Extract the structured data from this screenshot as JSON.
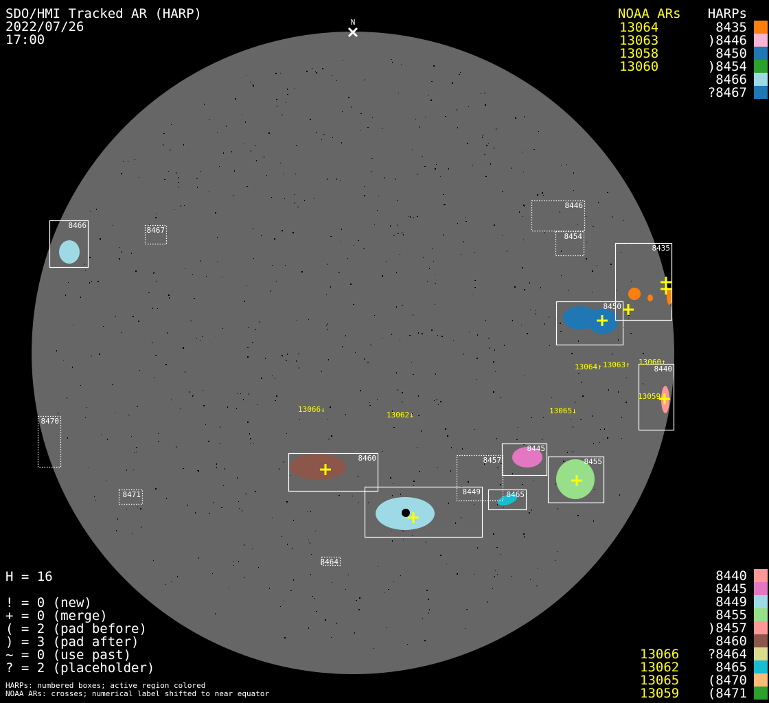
{
  "header": {
    "title": "SDO/HMI Tracked AR (HARP)",
    "date": "2022/07/26",
    "time": "17:00",
    "north_label": "N"
  },
  "legend_top": {
    "noaa_heading": "NOAA ARs",
    "harp_heading": "HARPs",
    "noaa": [
      "13064",
      "13063",
      "13058",
      "13060"
    ],
    "harps": [
      {
        "label": "8435",
        "color": "#ff7f0e"
      },
      {
        "label": ")8446",
        "color": "#f7b6d2"
      },
      {
        "label": "8450",
        "color": "#1f77b4"
      },
      {
        "label": ")8454",
        "color": "#2ca02c"
      },
      {
        "label": "8466",
        "color": "#9edae5"
      },
      {
        "label": "?8467",
        "color": "#1f77b4"
      }
    ]
  },
  "legend_bottom": {
    "noaa": [
      "13066",
      "13062",
      "13065",
      "13059"
    ],
    "harps": [
      {
        "label": "8440",
        "color": "#ff9896"
      },
      {
        "label": "8445",
        "color": "#e377c2"
      },
      {
        "label": "8449",
        "color": "#9edae5"
      },
      {
        "label": "8455",
        "color": "#98df8a"
      },
      {
        "label": ")8457",
        "color": "#ff9896"
      },
      {
        "label": "8460",
        "color": "#8c564b"
      },
      {
        "label": "?8464",
        "color": "#dbdb8d"
      },
      {
        "label": "8465",
        "color": "#17becf"
      },
      {
        "label": "(8470",
        "color": "#ffbb78"
      },
      {
        "label": "(8471",
        "color": "#2ca02c"
      }
    ]
  },
  "stats": {
    "h_count": "H = 16",
    "lines": [
      "! = 0 (new)",
      "+ = 0 (merge)",
      "( = 2 (pad before)",
      ") = 3 (pad after)",
      "~ = 0 (use past)",
      "? = 2 (placeholder)"
    ]
  },
  "footnotes": [
    "HARPs: numbered boxes; active region colored",
    "NOAA ARs: crosses; numerical label shifted to near equator"
  ],
  "harp_boxes": [
    {
      "label": "8446",
      "dotted": true
    },
    {
      "label": "8454",
      "dotted": true
    },
    {
      "label": "8435",
      "dotted": false
    },
    {
      "label": "8450",
      "dotted": false
    },
    {
      "label": "8440",
      "dotted": false
    },
    {
      "label": "8466",
      "dotted": false
    },
    {
      "label": "8467",
      "dotted": true
    },
    {
      "label": "8470",
      "dotted": true
    },
    {
      "label": "8471",
      "dotted": true
    },
    {
      "label": "8460",
      "dotted": false
    },
    {
      "label": "8449",
      "dotted": false
    },
    {
      "label": "8457",
      "dotted": true
    },
    {
      "label": "8445",
      "dotted": false
    },
    {
      "label": "8465",
      "dotted": false
    },
    {
      "label": "8455",
      "dotted": false
    },
    {
      "label": "8464",
      "dotted": true
    }
  ],
  "noaa_labels": [
    "13066↓",
    "13062↓",
    "13065↓",
    "13064↑",
    "13063↑",
    "13060↑",
    "13059↓"
  ],
  "colors": {
    "background": "#000000",
    "disk": "#666666",
    "cross": "#ffff00",
    "noaa_text": "#ffff00"
  }
}
